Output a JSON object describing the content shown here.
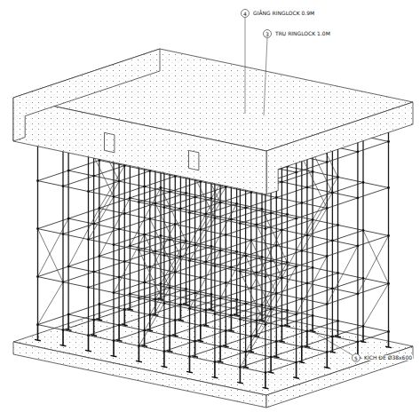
{
  "diagram": {
    "labels": [
      "4",
      "GIẰNG RINGLOCK 0.9M",
      "3",
      "TRỤ RINGLOCK 1.0M",
      "5",
      "KÍCH ĐẾ Ø38x600"
    ]
  }
}
